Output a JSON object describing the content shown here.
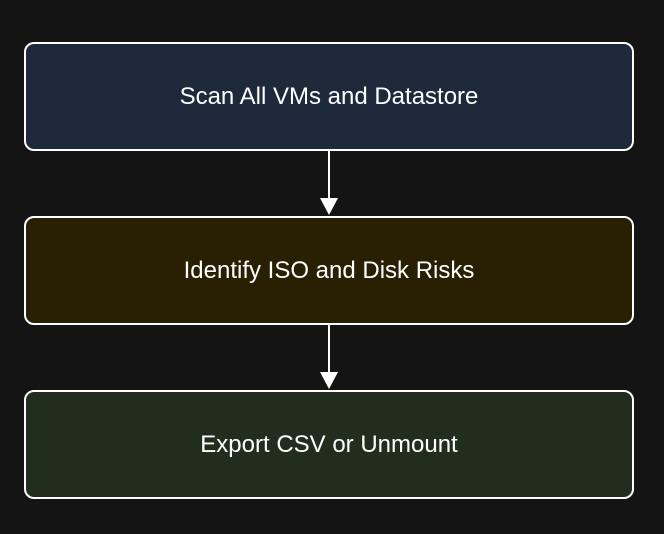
{
  "diagram": {
    "nodes": [
      {
        "label": "Scan All VMs and Datastore",
        "fill": "#1e293b"
      },
      {
        "label": "Identify ISO and Disk Risks",
        "fill": "#292004"
      },
      {
        "label": "Export CSV or Unmount",
        "fill": "#212e1e"
      }
    ],
    "edge_color": "#ffffff",
    "background": "#141414"
  }
}
